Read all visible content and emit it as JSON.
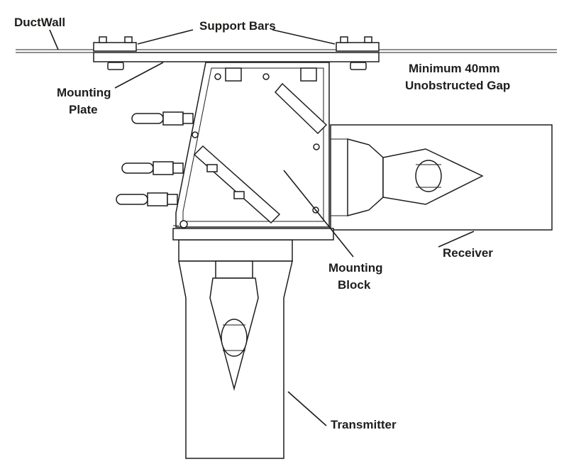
{
  "diagram": {
    "labels": {
      "duct_wall": "DuctWall",
      "support_bars": "Support Bars",
      "gap_line1": "Minimum 40mm",
      "gap_line2": "Unobstructed Gap",
      "mounting_plate_line1": "Mounting",
      "mounting_plate_line2": "Plate",
      "receiver": "Receiver",
      "mounting_block_line1": "Mounting",
      "mounting_block_line2": "Block",
      "transmitter": "Transmitter"
    },
    "colors": {
      "line": "#1d1d1b",
      "background": "#ffffff"
    }
  }
}
